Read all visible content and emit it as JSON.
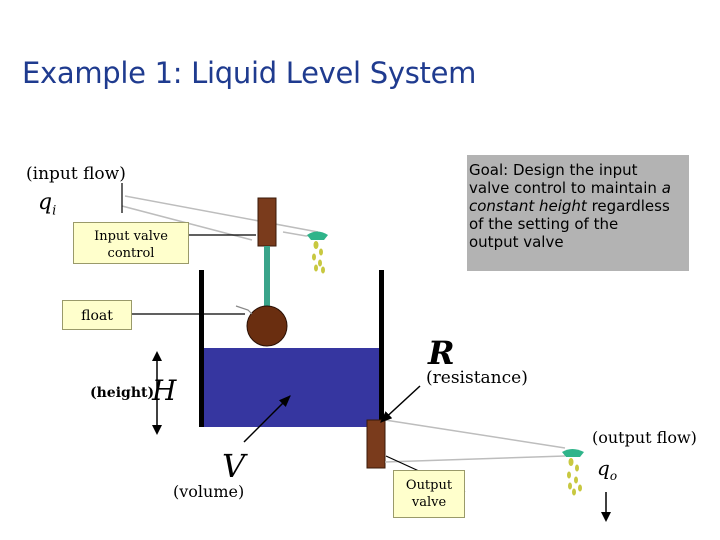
{
  "title": "Example 1: Liquid Level System",
  "goal": {
    "line1": "Goal: Design the input",
    "line2": "valve control to maintain ",
    "emph_a": "a",
    "emph_b": "constant height",
    "line3": " regardless",
    "line4": "of the setting of the",
    "line5": "output valve"
  },
  "labels": {
    "input_flow": "(input flow)",
    "qi_sym": "q",
    "qi_sub": "i",
    "input_valve_control_l1": "Input valve",
    "input_valve_control_l2": "control",
    "float": "float",
    "R_sym": "R",
    "resistance": "(resistance)",
    "height": "(height)",
    "H_sym": "H",
    "output_flow": "(output flow)",
    "V_sym": "V",
    "volume": "(volume)",
    "output_valve_l1": "Output",
    "output_valve_l2": "valve",
    "qo_sym": "q",
    "qo_sub": "o"
  },
  "colors": {
    "title": "#1f3b8f",
    "water": "#3636a0",
    "valve": "#7a3b1c",
    "stem": "#3aa48a",
    "float": "#6a2e10",
    "drops": "#c8c840",
    "box_fill": "#ffffcc",
    "goal_fill": "#b3b3b3"
  }
}
